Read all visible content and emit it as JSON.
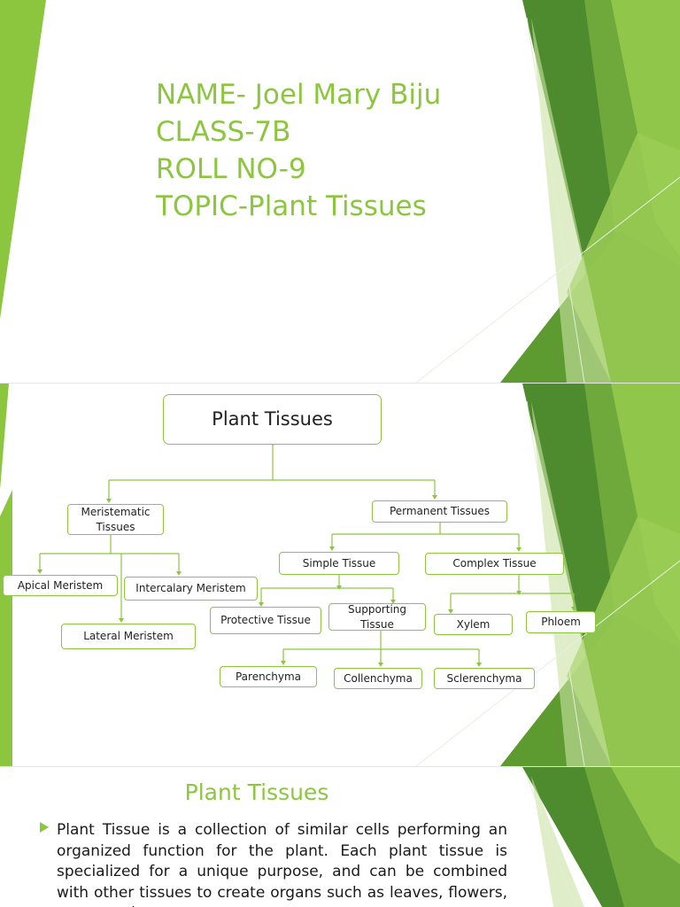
{
  "slide1": {
    "lines": [
      "NAME- Joel Mary Biju",
      "CLASS-7B",
      "ROLL NO-9",
      "TOPIC-Plant Tissues"
    ]
  },
  "diagram": {
    "root": "Plant Tissues",
    "meristematic": "Meristematic Tissues",
    "permanent": "Permanent Tissues",
    "apical": "Apical Meristem",
    "intercalary": "Intercalary Meristem",
    "lateral": "Lateral Meristem",
    "simple": "Simple Tissue",
    "complex": "Complex Tissue",
    "protective": "Protective Tissue",
    "supporting": "Supporting Tissue",
    "xylem": "Xylem",
    "phloem": "Phloem",
    "parenchyma": "Parenchyma",
    "collenchyma": "Collenchyma",
    "sclerenchyma": "Sclerenchyma"
  },
  "slide3": {
    "title": "Plant Tissues",
    "paragraph": "Plant Tissue is a collection of similar cells performing an organized function for the plant. Each plant tissue is specialized for a unique purpose, and can be combined with other tissues to create organs such as leaves, flowers, stems and roots."
  },
  "colors": {
    "accent": "#8cc63f",
    "dark_green": "#4e8a2e",
    "light_green": "#a8d26a"
  }
}
